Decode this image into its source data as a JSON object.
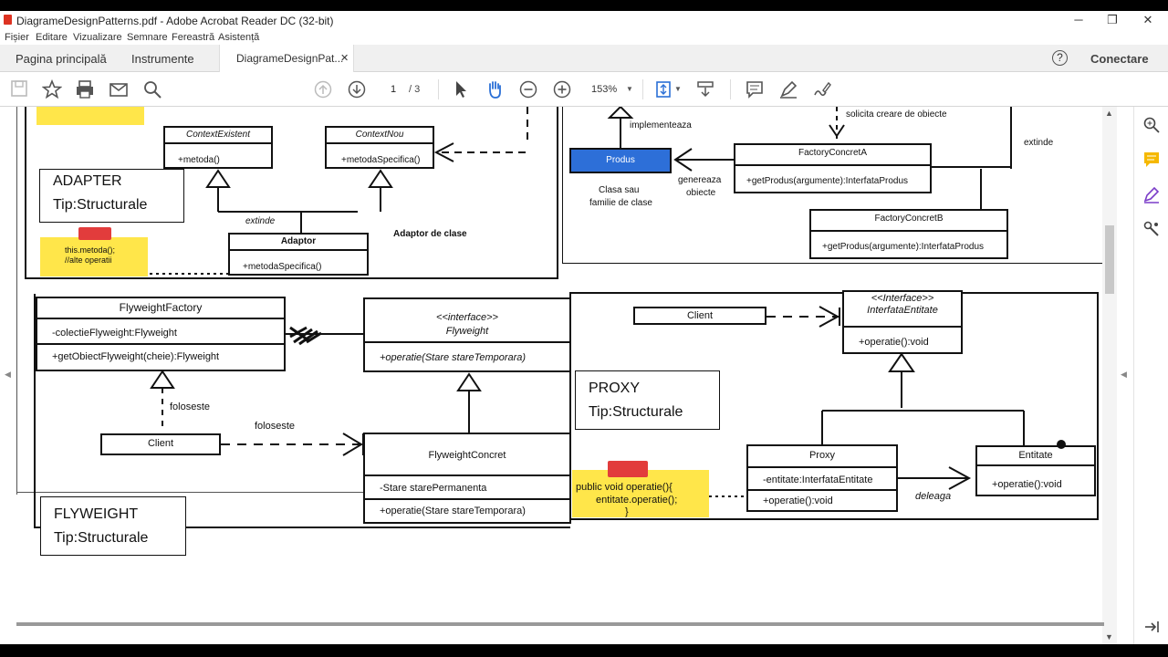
{
  "window": {
    "title": "DiagrameDesignPatterns.pdf - Adobe Acrobat Reader DC (32-bit)",
    "minimize": "─",
    "restore": "❐",
    "close": "✕"
  },
  "menu": [
    "Fișier",
    "Editare",
    "Vizualizare",
    "Semnare",
    "Fereastră",
    "Asistență"
  ],
  "tabs": {
    "home": "Pagina principală",
    "tools": "Instrumente",
    "doc": "DiagrameDesignPat...",
    "doc_close": "✕",
    "help": "?",
    "connect": "Conectare"
  },
  "toolbar": {
    "page_current": "1",
    "page_total": "/ 3",
    "zoom": "153%",
    "icons": [
      "save-icon",
      "star-icon",
      "print-icon",
      "mail-icon",
      "search-icon",
      "page-up-icon",
      "page-down-icon",
      "select-icon",
      "hand-icon",
      "zoom-out-icon",
      "zoom-in-icon",
      "fit-page-icon",
      "scroll-mode-icon",
      "comment-icon",
      "highlight-icon",
      "sign-icon"
    ]
  },
  "adapter": {
    "context_existent": "ContextExistent",
    "metoda": "+metoda()",
    "context_nou": "ContextNou",
    "metoda_specifica": "+metodaSpecifica()",
    "extinde": "extinde",
    "adaptor": "Adaptor",
    "adaptor_method": "+metodaSpecifica()",
    "adaptor_de_clase": "Adaptor de clase",
    "note_line1": "this.metoda();",
    "note_line2": "//alte operatii",
    "title_line1": "ADAPTER",
    "title_line2": "Tip:Structurale"
  },
  "factory": {
    "implementeaza": "implementeaza",
    "solicita": "solicita creare de obiecte",
    "extinde": "extinde",
    "produs": "Produs",
    "clasa_line1": "Clasa sau",
    "clasa_line2": "familie de clase",
    "genereaza_line1": "genereaza",
    "genereaza_line2": "obiecte",
    "concret_a": "FactoryConcretA",
    "concret_a_method": "+getProdus(argumente):InterfataProdus",
    "concret_b": "FactoryConcretB",
    "concret_b_method": "+getProdus(argumente):InterfataProdus"
  },
  "flyweight": {
    "factory": "FlyweightFactory",
    "colectie": "-colectieFlyweight:Flyweight",
    "get_obiect": "+getObiectFlyweight(cheie):Flyweight",
    "interface_stereo": "<<interface>>",
    "interface_name": "Flyweight",
    "interface_op": "+operatie(Stare stareTemporara)",
    "foloseste_1": "foloseste",
    "foloseste_2": "foloseste",
    "client": "Client",
    "concret": "FlyweightConcret",
    "stare_perm": "-Stare starePermanenta",
    "concret_op": "+operatie(Stare stareTemporara)",
    "title_line1": "FLYWEIGHT",
    "title_line2": "Tip:Structurale"
  },
  "proxy": {
    "client": "Client",
    "interface_stereo": "<<Interface>>",
    "interface_name": "InterfataEntitate",
    "interface_op": "+operatie():void",
    "title_line1": "PROXY",
    "title_line2": "Tip:Structurale",
    "proxy": "Proxy",
    "proxy_attr": "-entitate:InterfataEntitate",
    "proxy_op": "+operatie():void",
    "delega": "deleaga",
    "entitate": "Entitate",
    "entitate_op": "+operatie():void",
    "code_line1": "public void operatie(){",
    "code_line2": "entitate.operatie();",
    "code_line3": "}"
  },
  "side_arrows": {
    "left": "◀",
    "right": "◀"
  }
}
